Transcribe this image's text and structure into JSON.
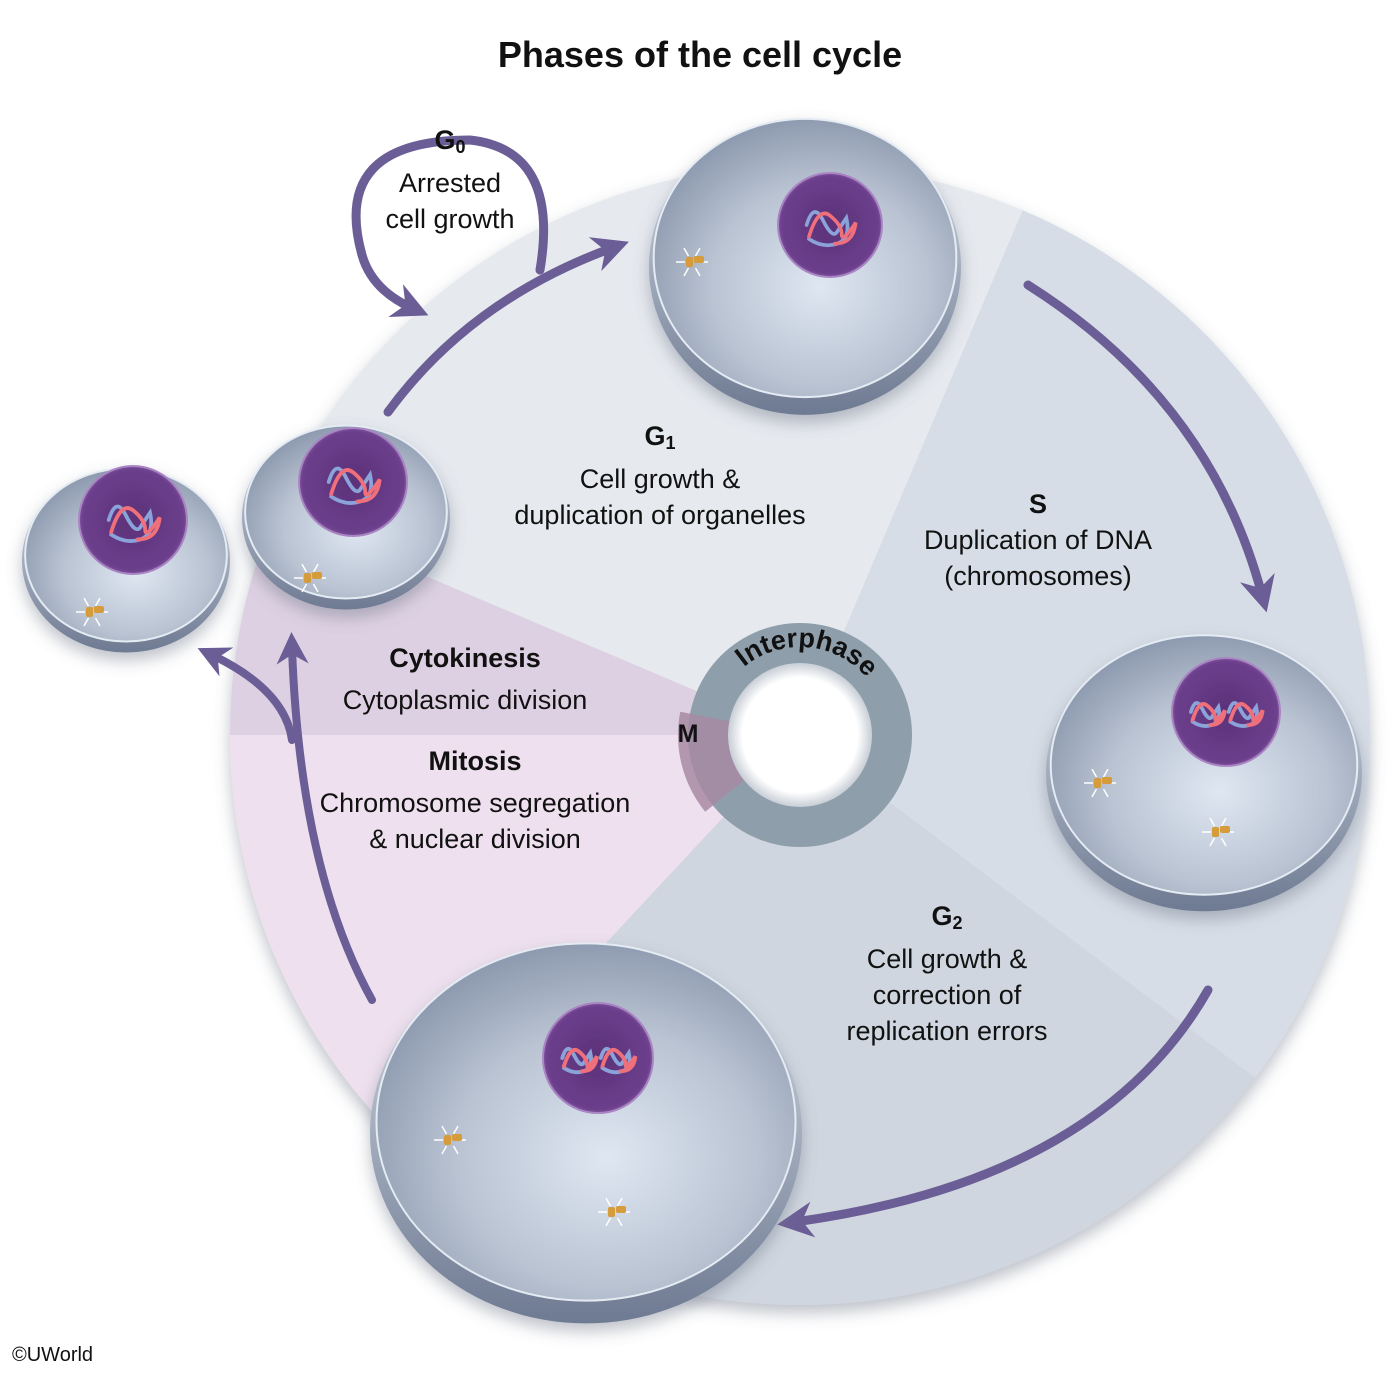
{
  "title": "Phases of the cell cycle",
  "phases": {
    "g0": {
      "name": "G",
      "subscript": "0",
      "description_lines": [
        "Arrested",
        "cell growth"
      ]
    },
    "g1": {
      "name": "G",
      "subscript": "1",
      "description_lines": [
        "Cell growth &",
        "duplication of organelles"
      ]
    },
    "s": {
      "name": "S",
      "description_lines": [
        "Duplication of DNA",
        "(chromosomes)"
      ]
    },
    "g2": {
      "name": "G",
      "subscript": "2",
      "description_lines": [
        "Cell growth &",
        "correction of",
        "replication errors"
      ]
    },
    "mitosis": {
      "name": "Mitosis",
      "description_lines": [
        "Chromosome segregation",
        "& nuclear division"
      ]
    },
    "cytokinesis": {
      "name": "Cytokinesis",
      "description_lines": [
        "Cytoplasmic division"
      ]
    }
  },
  "center_ring": {
    "interphase_label": "Interphase",
    "m_label": "M"
  },
  "colors": {
    "arrow": "#6b5e96",
    "interphase_sector": "#dde3ea",
    "g1_sector": "#e6e9ee",
    "s_sector": "#d6dde6",
    "g2_sector": "#cfd6df",
    "mitosis_sector": "#eee0ee",
    "cytokinesis_sector": "#ddd0e2",
    "ring": "#8e9eab",
    "ring_m": "#a78aa2",
    "cell_body": "#b7bfcc",
    "nucleus": "#6a3f86",
    "chromatin_red": "#ef6f7a",
    "chromatin_blue": "#8aa3d8",
    "centrosome": "#d69b3a"
  },
  "copyright": "©UWorld"
}
